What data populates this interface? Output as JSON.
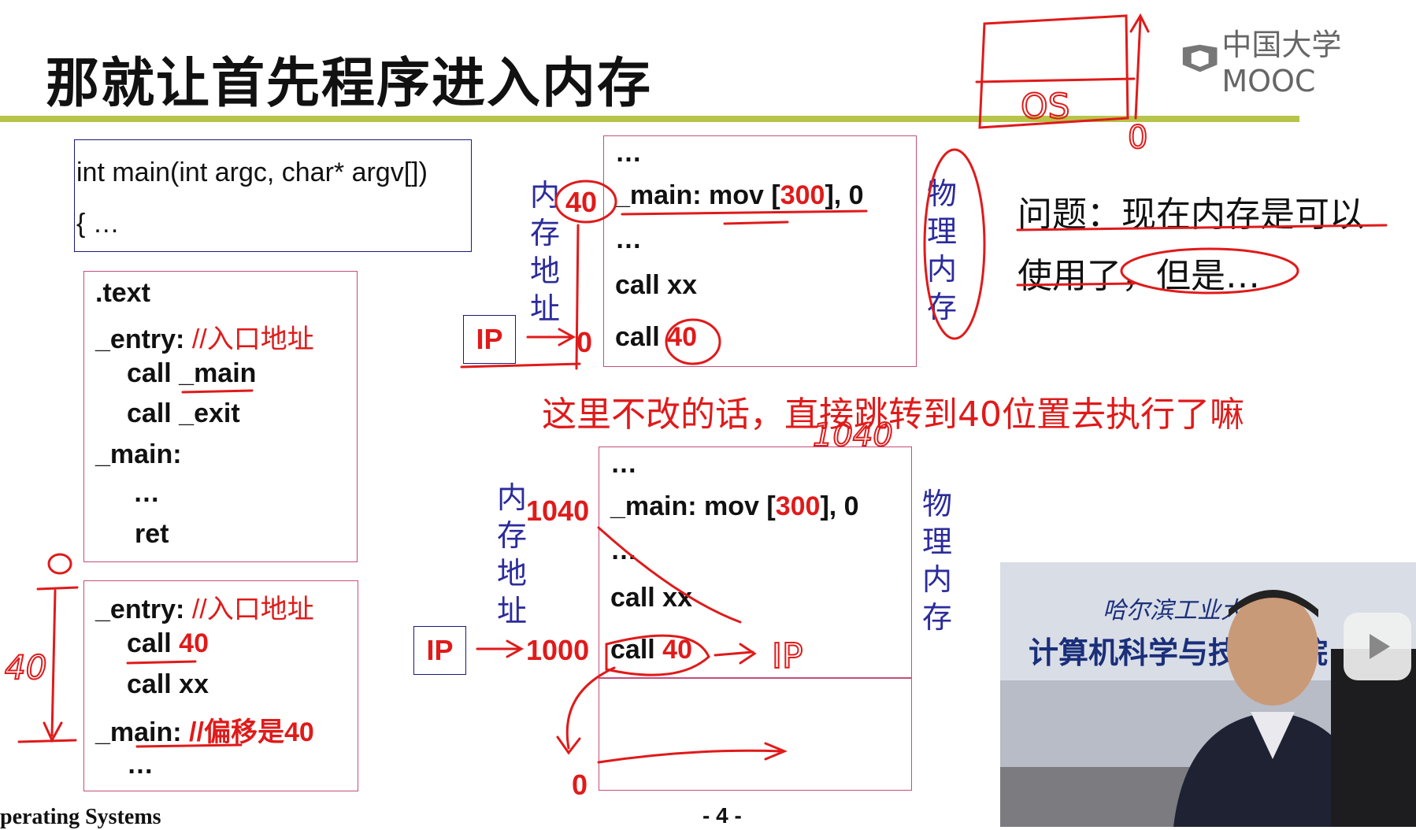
{
  "slide": {
    "title": "那就让首先程序进入内存",
    "logo_text": "中国大学MOOC",
    "footer_left": "perating Systems",
    "page_number": "- 4 -",
    "accent_color": "#b7c44a",
    "ink_color": "#e01a1a"
  },
  "c_code": {
    "line1": "int main(int argc, char* argv[])",
    "line2": "{ …"
  },
  "asm_box_top": {
    "l1": ".text",
    "l2_label": "_entry: ",
    "l2_comment": "//入口地址",
    "l3": "call _main",
    "l4": "call _exit",
    "l5": "_main:",
    "l6": "…",
    "l7": "ret"
  },
  "asm_box_bottom": {
    "l1_label": "_entry: ",
    "l1_comment": "//入口地址",
    "l2_prefix": "call ",
    "l2_value": "40",
    "l3": "call xx",
    "l4_label": "_main: ",
    "l4_comment": "//偏移是40",
    "l5": "…"
  },
  "memory_top": {
    "dots1": "…",
    "main_prefix": "_main: mov [",
    "main_addr": "300",
    "main_suffix": "],  0",
    "dots2": "…",
    "call_xx": "call xx",
    "call_prefix": "call ",
    "call_value": "40",
    "addr_40": "40",
    "addr_0": "0",
    "side_left": [
      "内",
      "存",
      "地",
      "址"
    ],
    "side_right": [
      "物",
      "理",
      "内",
      "存"
    ],
    "ip_label": "IP"
  },
  "memory_bottom": {
    "dots1": "…",
    "main_prefix": "_main: mov [",
    "main_addr": "300",
    "main_suffix": "],  0",
    "dots2": "…",
    "call_xx": "call xx",
    "call_prefix": "call ",
    "call_value": "40",
    "addr_1040": "1040",
    "addr_1000": "1000",
    "addr_0": "0",
    "side_left": [
      "内",
      "存",
      "地",
      "址"
    ],
    "side_right": [
      "物",
      "理",
      "内",
      "存"
    ],
    "ip_label": "IP"
  },
  "question": {
    "line1": "问题：现在内存是可以",
    "line2": "使用了，但是…"
  },
  "annotation": {
    "note": "这里不改的话，直接跳转到40位置去执行了嘛",
    "os_label": "OS",
    "zero_top": "0",
    "zero_left": "0",
    "forty_left": "40",
    "hand_1040": "1040",
    "hand_ip": "IP"
  },
  "video": {
    "banner_top": "哈尔滨工业大",
    "banner_main": "计算机科学与技术学院"
  }
}
